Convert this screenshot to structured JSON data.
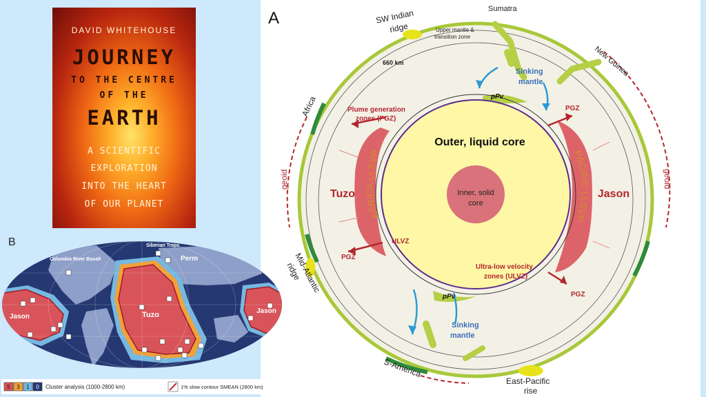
{
  "book": {
    "author": "DAVID WHITEHOUSE",
    "title_line1": "JOURNEY",
    "title_line2": "TO THE CENTRE",
    "title_line3": "OF THE",
    "title_line4": "EARTH",
    "subtitle_line1": "A SCIENTIFIC",
    "subtitle_line2": "EXPLORATION",
    "subtitle_line3": "INTO THE HEART",
    "subtitle_line4": "OF OUR PLANET"
  },
  "map": {
    "panel_label": "B",
    "labels": {
      "columbia": "Columbia River Basalt",
      "siberian": "Siberian Traps",
      "perm": "Perm",
      "jason_left": "Jason",
      "tuzo": "Tuzo",
      "jason_right": "Jason"
    },
    "legend": {
      "boxes": [
        "5",
        "3",
        "1",
        "0"
      ],
      "cluster": "Cluster analysis (1000-2800 km)",
      "contour": "1% slow contour SMEAN (2800 km)"
    },
    "colors": {
      "ocean": "#253872",
      "lowvel": "#d9545a",
      "orange": "#f0a13a",
      "lightblue": "#76b8e0",
      "land": "#8e9fc9"
    }
  },
  "earth": {
    "panel_label": "A",
    "labels": {
      "outer_core": "Outer, liquid core",
      "inner_core_1": "Inner, solid",
      "inner_core_2": "core",
      "africa_llsvp": "AFRICA LLSVP",
      "pacific_llsvp": "PACIFIC LLSVP",
      "tuzo": "Tuzo",
      "jason": "Jason",
      "plume_gen_1": "Plume generation",
      "plume_gen_2": "zones (PGZ)",
      "ulvz_1": "Ultra-low velocity",
      "ulvz_2": "zones (ULVZ)",
      "ulvz": "ULVZ",
      "pgz_1": "PGZ",
      "pgz_2": "PGZ",
      "pgz_3": "PGZ",
      "ppv_top": "pPv",
      "ppv_bottom": "pPv",
      "sinking_top_1": "Sinking",
      "sinking_top_2": "mantle",
      "sinking_bottom_1": "Sinking",
      "sinking_bottom_2": "mantle",
      "km660": "660 km",
      "upper_mantle_1": "Upper mantle &",
      "upper_mantle_2": "transition zone",
      "sumatra": "Sumatra",
      "sw_indian_1": "SW Indian",
      "sw_indian_2": "ridge",
      "new_guinea": "New Guinea",
      "africa": "Africa",
      "geoid_left": "geoid",
      "geoid_right": "geoid",
      "mid_atlantic_1": "Mid-Atlantic",
      "mid_atlantic_2": "ridge",
      "s_america": "S-America",
      "east_pacific_1": "East-Pacific",
      "east_pacific_2": "rise"
    },
    "colors": {
      "core": "#fdf7a6",
      "inner": "#d9727a",
      "llsvp": "#dc6469",
      "mantle": "#f3f1e6",
      "crust": "#a8c83a",
      "slab": "#b6cf46",
      "geoid": "#b3262e",
      "arrow_blue": "#2a9ad6",
      "red_label": "#b3262e",
      "blue_label": "#3a70b8"
    }
  }
}
